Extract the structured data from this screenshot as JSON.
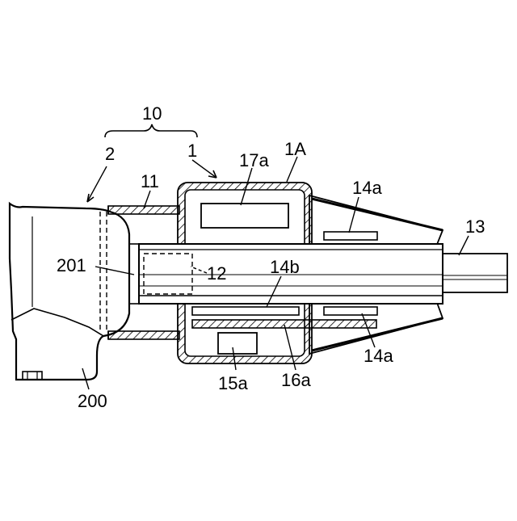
{
  "labels": {
    "l10": "10",
    "l2": "2",
    "l1": "1",
    "l1A": "1A",
    "l11": "11",
    "l17a": "17a",
    "l14a_top": "14a",
    "l13": "13",
    "l201": "201",
    "l12": "12",
    "l14b": "14b",
    "l14a_bottom": "14a",
    "l15a": "15a",
    "l16a": "16a",
    "l200": "200"
  },
  "colors": {
    "line": "#000000",
    "background": "#ffffff"
  }
}
